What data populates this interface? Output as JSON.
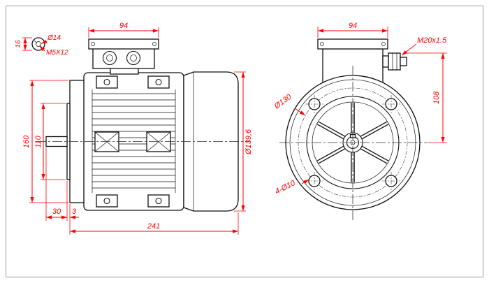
{
  "drawing": {
    "type": "motor-engineering-drawing",
    "colors": {
      "dimension": "#ff0000",
      "geometry": "#000000"
    },
    "side_view": {
      "terminal_box_width": "94",
      "shaft_diameter": "Ø14",
      "shaft_thread": "M5X12",
      "shaft_detail_height": "16",
      "flange_diameter": "160",
      "spigot_diameter": "110",
      "shaft_length": "30",
      "spigot_offset": "3",
      "total_length": "241",
      "body_diameter": "Ø139,6"
    },
    "front_view": {
      "terminal_box_width": "94",
      "gland_thread": "M20x1.5",
      "center_height": "108",
      "bolt_circle_diameter": "Ø130",
      "bolt_holes": "4-Ø10"
    }
  }
}
